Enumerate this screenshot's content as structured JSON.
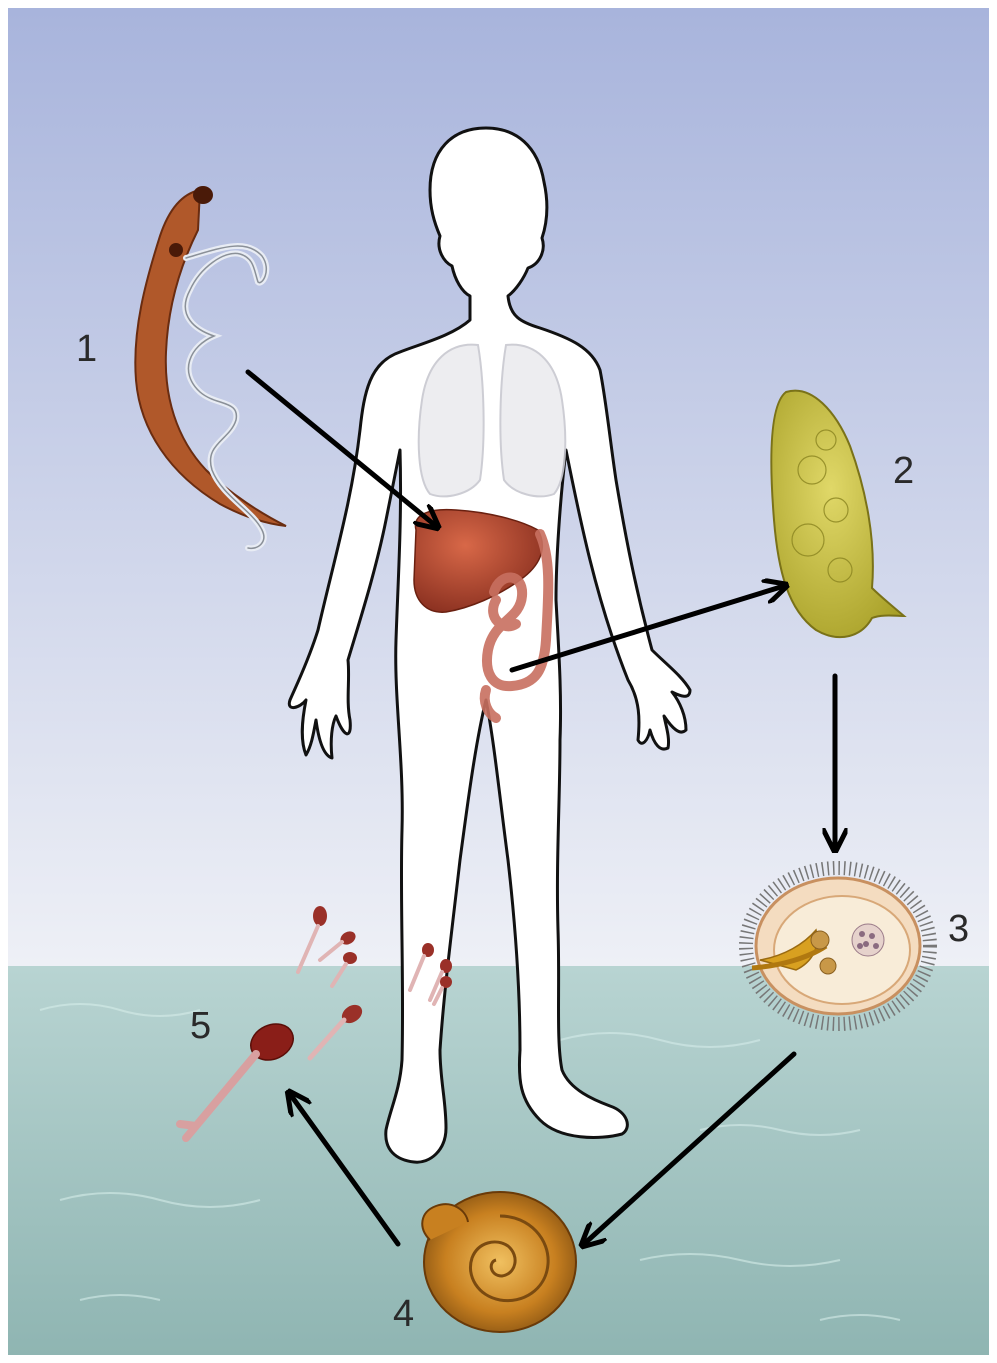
{
  "labels": {
    "stage_1": "1",
    "stage_2": "2",
    "stage_3": "3",
    "stage_4": "4",
    "stage_5": "5"
  },
  "colors": {
    "sky_top": "#a8b4dc",
    "sky_bottom": "#eef0f6",
    "water_top": "#b8d4d2",
    "water_bottom": "#8fb5b2",
    "worm": "#b0582a",
    "egg": "#c8c040",
    "arrow": "#000000",
    "organ": "#a8432c"
  },
  "icons": {
    "worm": "adult-worm-pair-icon",
    "egg": "egg-icon",
    "miracidium": "miracidium-icon",
    "snail": "snail-icon",
    "cercaria": "cercaria-icon",
    "human": "human-figure-icon"
  }
}
